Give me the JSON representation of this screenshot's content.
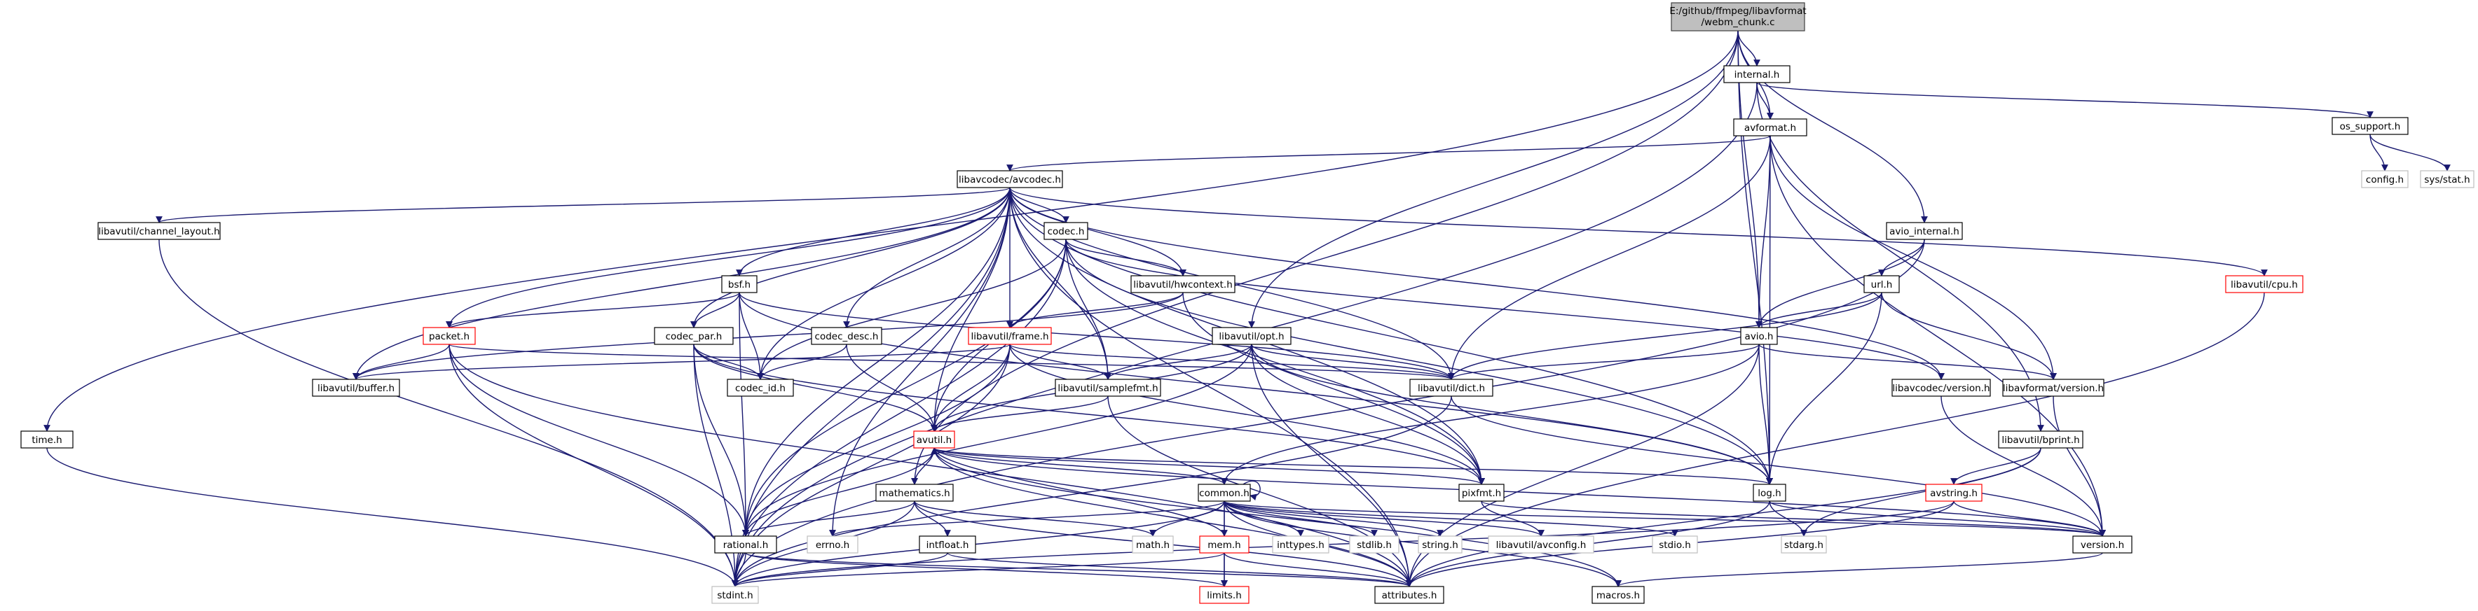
{
  "graph": {
    "title_lines": [
      "E:/github/ffmpeg/libavformat",
      "/webm_chunk.c"
    ],
    "colors": {
      "edge": "#191970",
      "root_fill": "#bfbfbf",
      "truncated_border": "#ff0000",
      "system_border": "#bfbfbf"
    },
    "nodes": [
      {
        "id": "root",
        "label": "E:/github/ffmpeg/libavformat/webm_chunk.c",
        "style": "root"
      },
      {
        "id": "internal",
        "label": "internal.h",
        "style": "normal"
      },
      {
        "id": "avformat",
        "label": "avformat.h",
        "style": "normal"
      },
      {
        "id": "os_support",
        "label": "os_support.h",
        "style": "normal"
      },
      {
        "id": "config",
        "label": "config.h",
        "style": "gray"
      },
      {
        "id": "sysstat",
        "label": "sys/stat.h",
        "style": "gray"
      },
      {
        "id": "avcodec",
        "label": "libavcodec/avcodec.h",
        "style": "normal"
      },
      {
        "id": "time",
        "label": "time.h",
        "style": "normal"
      },
      {
        "id": "chlayout",
        "label": "libavutil/channel_layout.h",
        "style": "normal"
      },
      {
        "id": "codec",
        "label": "codec.h",
        "style": "normal"
      },
      {
        "id": "avio_internal",
        "label": "avio_internal.h",
        "style": "normal"
      },
      {
        "id": "cpu",
        "label": "libavutil/cpu.h",
        "style": "red"
      },
      {
        "id": "bsf",
        "label": "bsf.h",
        "style": "normal"
      },
      {
        "id": "hwcontext",
        "label": "libavutil/hwcontext.h",
        "style": "normal"
      },
      {
        "id": "url",
        "label": "url.h",
        "style": "normal"
      },
      {
        "id": "packet",
        "label": "packet.h",
        "style": "red"
      },
      {
        "id": "codec_par",
        "label": "codec_par.h",
        "style": "normal"
      },
      {
        "id": "codec_desc",
        "label": "codec_desc.h",
        "style": "normal"
      },
      {
        "id": "frame",
        "label": "libavutil/frame.h",
        "style": "red"
      },
      {
        "id": "opt",
        "label": "libavutil/opt.h",
        "style": "normal"
      },
      {
        "id": "avio",
        "label": "avio.h",
        "style": "normal"
      },
      {
        "id": "buffer",
        "label": "libavutil/buffer.h",
        "style": "normal"
      },
      {
        "id": "codec_id",
        "label": "codec_id.h",
        "style": "normal"
      },
      {
        "id": "samplefmt",
        "label": "libavutil/samplefmt.h",
        "style": "normal"
      },
      {
        "id": "dict",
        "label": "libavutil/dict.h",
        "style": "normal"
      },
      {
        "id": "lavc_version",
        "label": "libavcodec/version.h",
        "style": "normal"
      },
      {
        "id": "lavf_version",
        "label": "libavformat/version.h",
        "style": "normal"
      },
      {
        "id": "bprint",
        "label": "libavutil/bprint.h",
        "style": "normal"
      },
      {
        "id": "avutil",
        "label": "avutil.h",
        "style": "red"
      },
      {
        "id": "mathematics",
        "label": "mathematics.h",
        "style": "normal"
      },
      {
        "id": "common",
        "label": "common.h",
        "style": "normal"
      },
      {
        "id": "pixfmt",
        "label": "pixfmt.h",
        "style": "normal"
      },
      {
        "id": "log",
        "label": "log.h",
        "style": "normal"
      },
      {
        "id": "avstring",
        "label": "avstring.h",
        "style": "red"
      },
      {
        "id": "rational",
        "label": "rational.h",
        "style": "normal"
      },
      {
        "id": "errno",
        "label": "errno.h",
        "style": "gray"
      },
      {
        "id": "intfloat",
        "label": "intfloat.h",
        "style": "normal"
      },
      {
        "id": "math",
        "label": "math.h",
        "style": "gray"
      },
      {
        "id": "mem",
        "label": "mem.h",
        "style": "red"
      },
      {
        "id": "inttypes",
        "label": "inttypes.h",
        "style": "gray"
      },
      {
        "id": "stdlib",
        "label": "stdlib.h",
        "style": "gray"
      },
      {
        "id": "string",
        "label": "string.h",
        "style": "gray"
      },
      {
        "id": "avconfig",
        "label": "libavutil/avconfig.h",
        "style": "gray"
      },
      {
        "id": "stdio",
        "label": "stdio.h",
        "style": "gray"
      },
      {
        "id": "stdarg",
        "label": "stdarg.h",
        "style": "gray"
      },
      {
        "id": "version",
        "label": "version.h",
        "style": "normal"
      },
      {
        "id": "stdint",
        "label": "stdint.h",
        "style": "gray"
      },
      {
        "id": "limits",
        "label": "limits.h",
        "style": "red"
      },
      {
        "id": "attributes",
        "label": "attributes.h",
        "style": "normal"
      },
      {
        "id": "macros",
        "label": "macros.h",
        "style": "normal"
      }
    ],
    "edges": [
      [
        "root",
        "internal"
      ],
      [
        "root",
        "avformat"
      ],
      [
        "root",
        "avio_internal"
      ],
      [
        "root",
        "avio"
      ],
      [
        "root",
        "opt"
      ],
      [
        "root",
        "mathematics"
      ],
      [
        "root",
        "time"
      ],
      [
        "root",
        "log"
      ],
      [
        "internal",
        "avformat"
      ],
      [
        "internal",
        "os_support"
      ],
      [
        "internal",
        "stdint"
      ],
      [
        "internal",
        "bprint"
      ],
      [
        "os_support",
        "config"
      ],
      [
        "os_support",
        "sysstat"
      ],
      [
        "avformat",
        "avcodec"
      ],
      [
        "avformat",
        "avio"
      ],
      [
        "avformat",
        "dict"
      ],
      [
        "avformat",
        "log"
      ],
      [
        "avformat",
        "lavf_version"
      ],
      [
        "avformat",
        "version"
      ],
      [
        "avcodec",
        "chlayout"
      ],
      [
        "avcodec",
        "codec"
      ],
      [
        "avcodec",
        "bsf"
      ],
      [
        "avcodec",
        "hwcontext"
      ],
      [
        "avcodec",
        "packet"
      ],
      [
        "avcodec",
        "codec_par"
      ],
      [
        "avcodec",
        "codec_desc"
      ],
      [
        "avcodec",
        "frame"
      ],
      [
        "avcodec",
        "buffer"
      ],
      [
        "avcodec",
        "codec_id"
      ],
      [
        "avcodec",
        "samplefmt"
      ],
      [
        "avcodec",
        "dict"
      ],
      [
        "avcodec",
        "lavc_version"
      ],
      [
        "avcodec",
        "cpu"
      ],
      [
        "avcodec",
        "avutil"
      ],
      [
        "avcodec",
        "log"
      ],
      [
        "avcodec",
        "pixfmt"
      ],
      [
        "avcodec",
        "rational"
      ],
      [
        "avcodec",
        "attributes"
      ],
      [
        "avcodec",
        "errno"
      ],
      [
        "avcodec",
        "stdint"
      ],
      [
        "chlayout",
        "stdint"
      ],
      [
        "time",
        "stdint"
      ],
      [
        "codec",
        "hwcontext"
      ],
      [
        "codec",
        "codec_id"
      ],
      [
        "codec",
        "samplefmt"
      ],
      [
        "codec",
        "avutil"
      ],
      [
        "codec",
        "pixfmt"
      ],
      [
        "codec",
        "rational"
      ],
      [
        "codec",
        "log"
      ],
      [
        "codec",
        "lavc_version"
      ],
      [
        "codec",
        "stdint"
      ],
      [
        "bsf",
        "packet"
      ],
      [
        "bsf",
        "codec_par"
      ],
      [
        "bsf",
        "codec_id"
      ],
      [
        "bsf",
        "dict"
      ],
      [
        "bsf",
        "log"
      ],
      [
        "bsf",
        "rational"
      ],
      [
        "hwcontext",
        "frame"
      ],
      [
        "hwcontext",
        "buffer"
      ],
      [
        "hwcontext",
        "pixfmt"
      ],
      [
        "packet",
        "buffer"
      ],
      [
        "packet",
        "dict"
      ],
      [
        "packet",
        "rational"
      ],
      [
        "packet",
        "attributes"
      ],
      [
        "packet",
        "stdint"
      ],
      [
        "codec_par",
        "codec_id"
      ],
      [
        "codec_par",
        "avutil"
      ],
      [
        "codec_par",
        "pixfmt"
      ],
      [
        "codec_par",
        "rational"
      ],
      [
        "codec_par",
        "stdint"
      ],
      [
        "codec_desc",
        "codec_id"
      ],
      [
        "codec_desc",
        "avutil"
      ],
      [
        "frame",
        "buffer"
      ],
      [
        "frame",
        "dict"
      ],
      [
        "frame",
        "samplefmt"
      ],
      [
        "frame",
        "avutil"
      ],
      [
        "frame",
        "pixfmt"
      ],
      [
        "frame",
        "rational"
      ],
      [
        "frame",
        "stdint"
      ],
      [
        "opt",
        "dict"
      ],
      [
        "opt",
        "samplefmt"
      ],
      [
        "opt",
        "avutil"
      ],
      [
        "opt",
        "log"
      ],
      [
        "opt",
        "pixfmt"
      ],
      [
        "opt",
        "rational"
      ],
      [
        "opt",
        "attributes"
      ],
      [
        "avio_internal",
        "url"
      ],
      [
        "avio_internal",
        "avio"
      ],
      [
        "avio_internal",
        "stdint"
      ],
      [
        "url",
        "avio"
      ],
      [
        "url",
        "dict"
      ],
      [
        "url",
        "log"
      ],
      [
        "url",
        "lavf_version"
      ],
      [
        "avio",
        "dict"
      ],
      [
        "avio",
        "log"
      ],
      [
        "avio",
        "common"
      ],
      [
        "avio",
        "lavf_version"
      ],
      [
        "avio",
        "attributes"
      ],
      [
        "samplefmt",
        "avutil"
      ],
      [
        "samplefmt",
        "attributes"
      ],
      [
        "dict",
        "stdint"
      ],
      [
        "dict",
        "version"
      ],
      [
        "lavc_version",
        "version"
      ],
      [
        "lavf_version",
        "version"
      ],
      [
        "bprint",
        "avstring"
      ],
      [
        "bprint",
        "attributes"
      ],
      [
        "bprint",
        "stdarg"
      ],
      [
        "cpu",
        "attributes"
      ],
      [
        "avutil",
        "common"
      ],
      [
        "avutil",
        "rational"
      ],
      [
        "avutil",
        "version"
      ],
      [
        "avutil",
        "macros"
      ],
      [
        "avutil",
        "mathematics"
      ],
      [
        "avutil",
        "log"
      ],
      [
        "avutil",
        "pixfmt"
      ],
      [
        "avutil",
        "attributes"
      ],
      [
        "mathematics",
        "stdint"
      ],
      [
        "mathematics",
        "math"
      ],
      [
        "mathematics",
        "attributes"
      ],
      [
        "mathematics",
        "rational"
      ],
      [
        "mathematics",
        "intfloat"
      ],
      [
        "common",
        "errno"
      ],
      [
        "common",
        "inttypes"
      ],
      [
        "common",
        "limits"
      ],
      [
        "common",
        "math"
      ],
      [
        "common",
        "stdint"
      ],
      [
        "common",
        "stdio"
      ],
      [
        "common",
        "stdlib"
      ],
      [
        "common",
        "string"
      ],
      [
        "common",
        "attributes"
      ],
      [
        "common",
        "macros"
      ],
      [
        "common",
        "version"
      ],
      [
        "common",
        "avconfig"
      ],
      [
        "common",
        "mem"
      ],
      [
        "common",
        "common"
      ],
      [
        "pixfmt",
        "avconfig"
      ],
      [
        "pixfmt",
        "version"
      ],
      [
        "log",
        "stdarg"
      ],
      [
        "log",
        "attributes"
      ],
      [
        "log",
        "version"
      ],
      [
        "avstring",
        "stddef"
      ],
      [
        "avstring",
        "stdint"
      ],
      [
        "avstring",
        "attributes"
      ],
      [
        "avstring",
        "version"
      ],
      [
        "rational",
        "stdint"
      ],
      [
        "rational",
        "limits"
      ],
      [
        "rational",
        "attributes"
      ],
      [
        "intfloat",
        "stdint"
      ],
      [
        "intfloat",
        "attributes"
      ],
      [
        "mem",
        "limits"
      ],
      [
        "mem",
        "stdint"
      ],
      [
        "mem",
        "attributes"
      ],
      [
        "mem",
        "avutil"
      ],
      [
        "version",
        "macros"
      ]
    ]
  }
}
